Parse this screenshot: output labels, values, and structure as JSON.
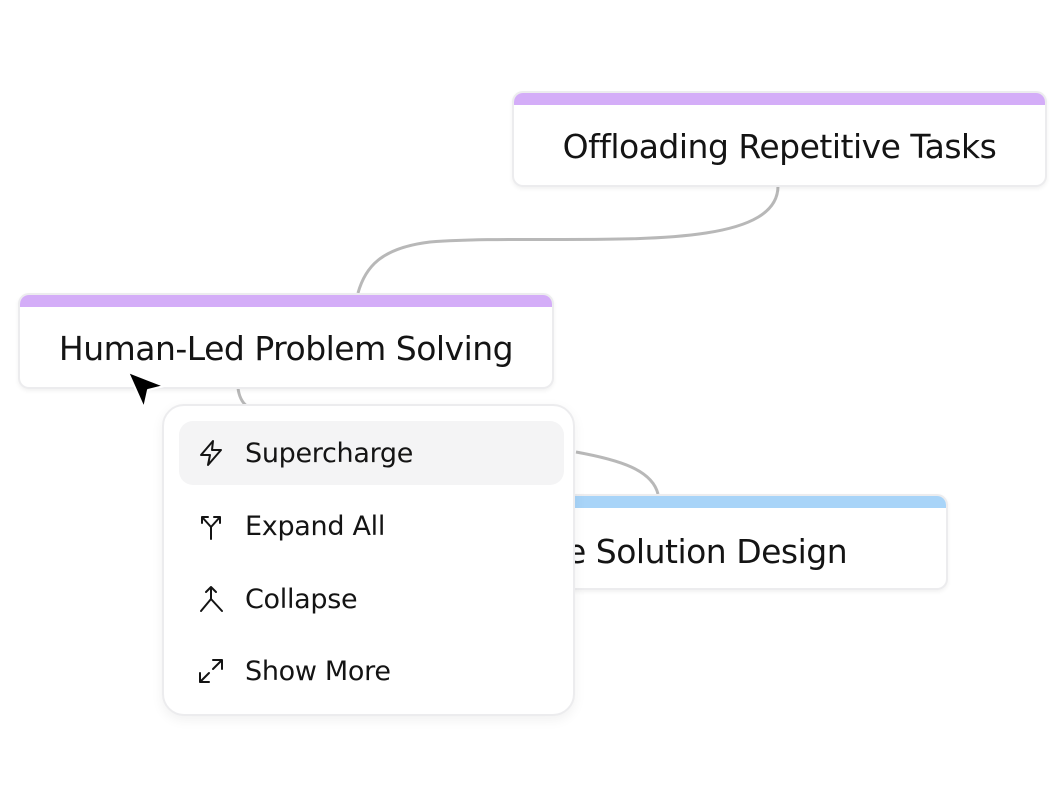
{
  "nodes": {
    "offloading": {
      "label": "Offloading Repetitive Tasks",
      "color": "#d4adf8"
    },
    "human_led": {
      "label": "Human-Led Problem Solving",
      "color": "#d4adf8"
    },
    "solution": {
      "label": "e Solution Design",
      "color": "#a8d4f8"
    }
  },
  "context_menu": {
    "items": [
      {
        "label": "Supercharge",
        "icon": "lightning-icon",
        "highlighted": true
      },
      {
        "label": "Expand All",
        "icon": "expand-branch-icon",
        "highlighted": false
      },
      {
        "label": "Collapse",
        "icon": "collapse-merge-icon",
        "highlighted": false
      },
      {
        "label": "Show More",
        "icon": "diagonal-expand-icon",
        "highlighted": false
      }
    ]
  },
  "colors": {
    "edge": "#b8b8b8",
    "menu_highlight": "#f4f4f5",
    "text": "#141414"
  }
}
